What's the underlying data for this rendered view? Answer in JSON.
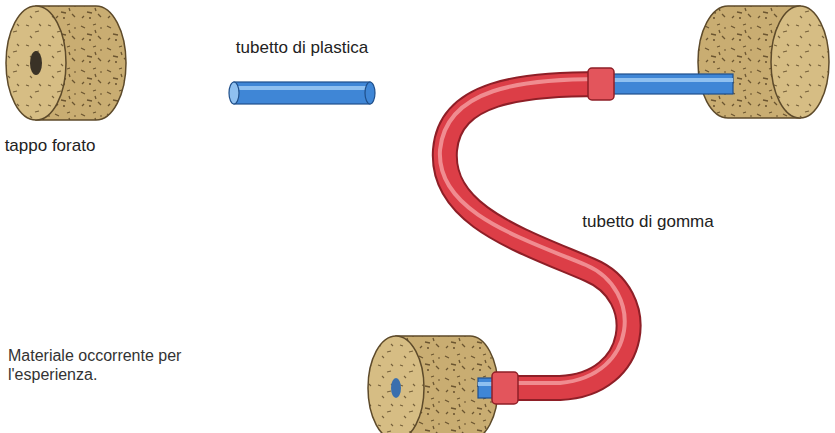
{
  "diagram": {
    "caption": "Materiale occorrente per l'esperienza.",
    "labels": [
      "tubetto di plastica",
      "tappo forato",
      "tubetto di gomma"
    ]
  }
}
